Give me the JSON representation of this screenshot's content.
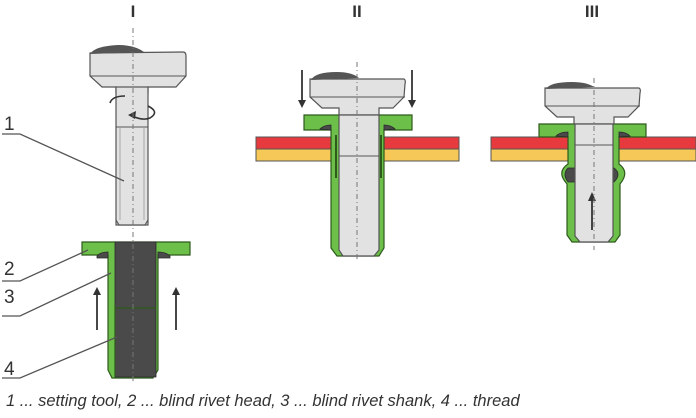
{
  "diagram": {
    "stages": [
      {
        "id": "I",
        "label": "I"
      },
      {
        "id": "II",
        "label": "II"
      },
      {
        "id": "III",
        "label": "III"
      }
    ],
    "callouts": [
      {
        "number": "1",
        "refers_to": "setting tool"
      },
      {
        "number": "2",
        "refers_to": "blind rivet head"
      },
      {
        "number": "3",
        "refers_to": "blind rivet shank"
      },
      {
        "number": "4",
        "refers_to": "thread"
      }
    ],
    "caption": "1 ... setting tool, 2 ... blind rivet head, 3 ... blind rivet shank, 4 ... thread",
    "colors": {
      "tool": "#e2e2e2",
      "tool_outline": "#555555",
      "tool_top": "#555555",
      "rivet": "#6cc04a",
      "rivet_outline": "#2e5a1c",
      "thread": "#4a4a4a",
      "sheet_top": "#e63a3f",
      "sheet_bottom": "#f5c857",
      "arrow": "#333333",
      "leader": "#555555"
    }
  }
}
